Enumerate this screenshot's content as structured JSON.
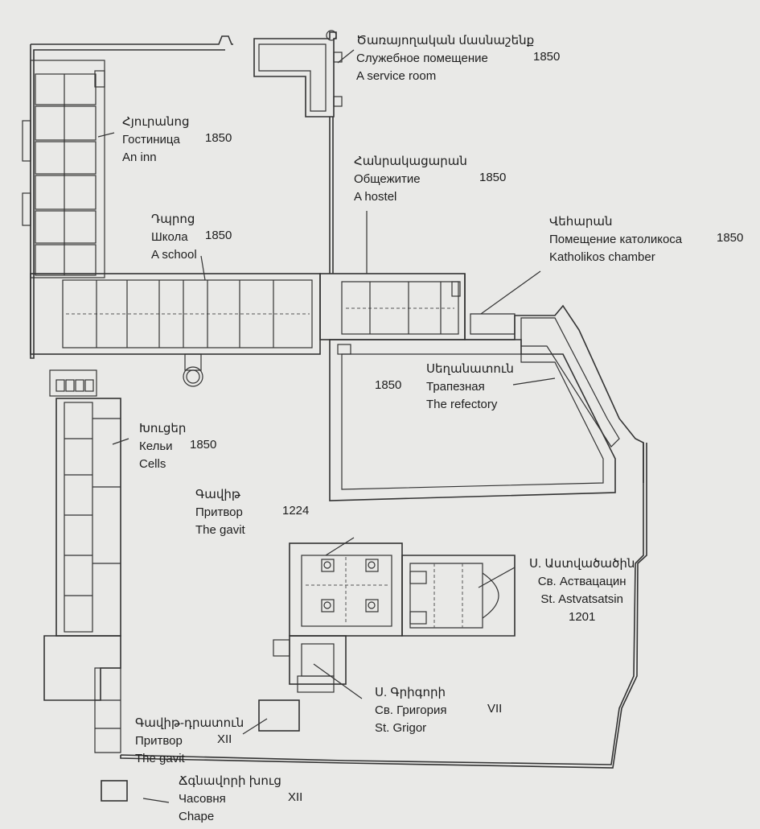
{
  "labels": {
    "service_room": {
      "hy": "Ծառայողական մասնաշենք",
      "ru": "Служебное помещение",
      "en": "A service room",
      "year": "1850"
    },
    "inn": {
      "hy": "Հյուրանոց",
      "ru": "Гостиница",
      "year": "1850",
      "en": "An inn"
    },
    "hostel": {
      "hy": "Հանրակացարան",
      "ru": "Общежитие",
      "year": "1850",
      "en": "A hostel"
    },
    "school": {
      "hy": "Դպրոց",
      "ru": "Школа",
      "year": "1850",
      "en": "A school"
    },
    "katholikos": {
      "hy": "Վեհարան",
      "ru": "Помещение католикоса",
      "year": "1850",
      "en": "Katholikos chamber"
    },
    "refectory": {
      "year": "1850",
      "hy": "Սեղանատուն",
      "ru": "Трапезная",
      "en": "The refectory"
    },
    "cells": {
      "hy": "Խուցեր",
      "ru": "Кельи",
      "year": "1850",
      "en": "Cells"
    },
    "gavit": {
      "hy": "Գավիթ",
      "ru": "Притвор",
      "year": "1224",
      "en": "The gavit"
    },
    "astvatsatsin": {
      "hy": "Ս. Աստվածածին",
      "ru": "Св. Аствацацин",
      "en": "St. Astvatsatsin",
      "year": "1201"
    },
    "grigor": {
      "hy": "Ս. Գրիգորի",
      "ru": "Св. Григория",
      "year": "VII",
      "en": "St. Grigor"
    },
    "gavit_ruin": {
      "hy": "Գավիթ-դրատուն",
      "ru": "Притвор",
      "year": "XII",
      "en": "The gavit"
    },
    "chapel": {
      "hy": "Ճգնավորի խուց",
      "ru": "Часовня",
      "year": "XII",
      "en": "Chape"
    }
  }
}
